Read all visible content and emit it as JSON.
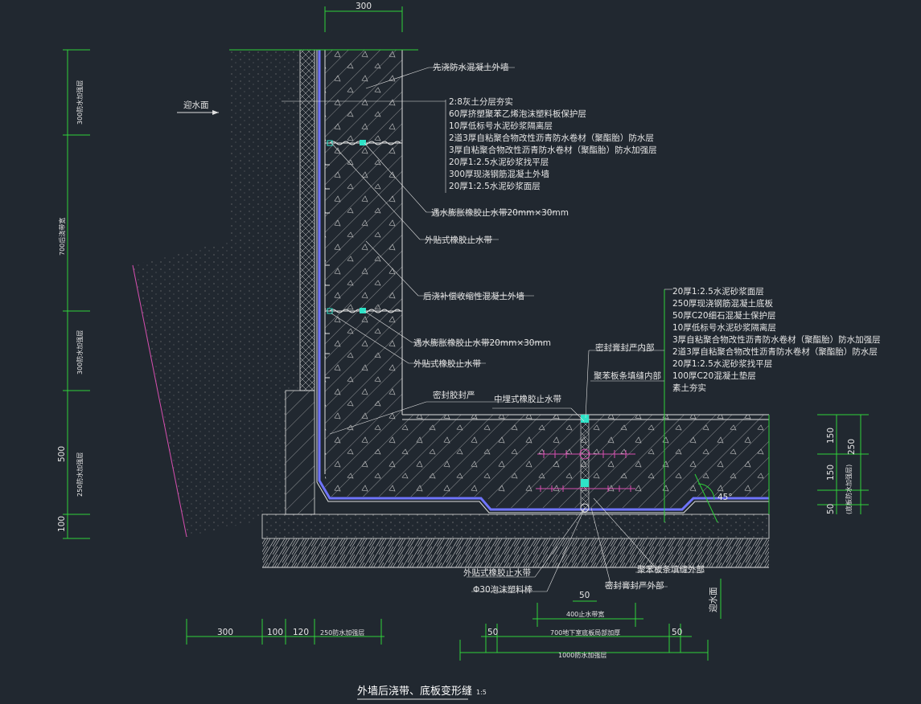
{
  "colors": {
    "background": "#212830",
    "dimension": "#2fd23a",
    "outline": "#e0e0e0",
    "membrane": "#6f74ff",
    "waterstop": "#d84fb0",
    "sealant": "#2ee3c8"
  },
  "top_dims": {
    "wall": "300"
  },
  "left_dims": {
    "d300": "300防水加强层",
    "d700": "700后浇带宽",
    "d300b": "300防水加强层",
    "d500": "500",
    "d250": "250防水加强层",
    "d100": "100"
  },
  "water_face": "迎水面",
  "wall_labels": {
    "pre_cast": "先浇防水混凝土外墙",
    "layers": [
      "2:8灰土分层夯实",
      "60厚挤塑聚苯乙烯泡沫塑料板保护层",
      "10厚低标号水泥砂浆隔离层",
      "2道3厚自粘聚合物改性沥青防水卷材（聚酯胎）防水层",
      "3厚自粘聚合物改性沥青防水卷材（聚酯胎）防水加强层",
      "20厚1:2.5水泥砂浆找平层",
      "300厚现浇钢筋混凝土外墙",
      "20厚1:2.5水泥砂浆面层"
    ],
    "swell_1": "遇水膨胀橡胶止水带20mm×30mm",
    "attach_1": "外贴式橡胶止水带",
    "post_cast": "后浇补偿收缩性混凝土外墙",
    "swell_2": "遇水膨胀橡胶止水带20mm×30mm",
    "attach_2": "外贴式橡胶止水带",
    "sealant": "密封胶封严"
  },
  "slab_labels": {
    "layers": [
      "20厚1:2.5水泥砂浆面层",
      "250厚现浇钢筋混凝土底板",
      "50厚C20细石混凝土保护层",
      "10厚低标号水泥砂浆隔离层",
      "3厚自粘聚合物改性沥青防水卷材（聚酯胎）防水加强层",
      "2道3厚自粘聚合物改性沥青防水卷材（聚酯胎）防水层",
      "20厚1:2.5水泥砂浆找平层",
      "100厚C20混凝土垫层",
      "素土夯实"
    ],
    "seal_inner": "密封膏封严内部",
    "board_inner": "聚苯板条填缝内部",
    "mid_waterstop": "中埋式橡胶止水带",
    "attach": "外贴式橡胶止水带",
    "rod": "Φ30泡沫塑料棒",
    "seal_outer": "密封膏封严外部",
    "board_outer": "聚苯板条填缝外部",
    "water_face": "迎水面",
    "angle": "45°"
  },
  "right_dims": {
    "d150a": "150",
    "d250": "250",
    "d150b": "150",
    "d50": "50",
    "extra": "(底板防水加强层)"
  },
  "bottom_dims": {
    "d300": "300",
    "d100": "100",
    "d120": "120",
    "d250": "250防水加强层",
    "d50a": "50",
    "d400": "400止水带宽",
    "d50b": "50",
    "d700": "700地下室底板局部加厚",
    "d50c": "50",
    "d1000": "1000防水加强层"
  },
  "title": "外墙后浇带、底板变形缝",
  "scale": "1:5"
}
